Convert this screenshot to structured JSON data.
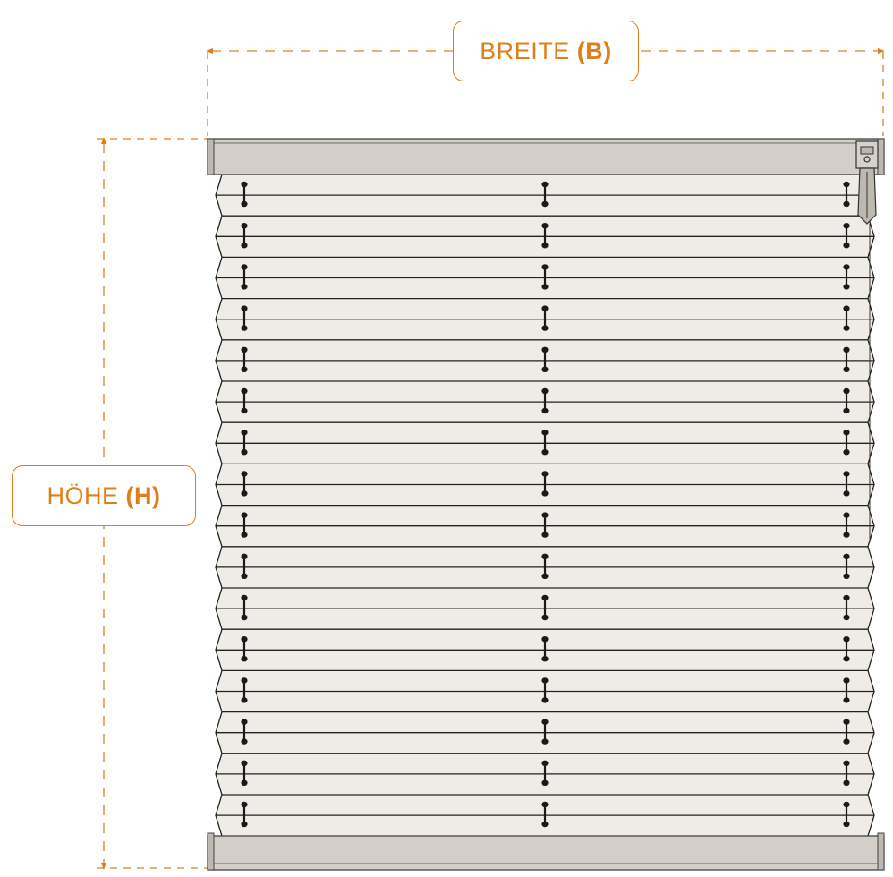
{
  "labels": {
    "width": {
      "text": "BREITE",
      "code": "(B)"
    },
    "height": {
      "text": "HÖHE",
      "code": "(H)"
    }
  },
  "colors": {
    "accent": "#e07f1a",
    "rail": "#d3cfc8",
    "fabric": "#efece8",
    "cord": "#1a1a1a"
  }
}
